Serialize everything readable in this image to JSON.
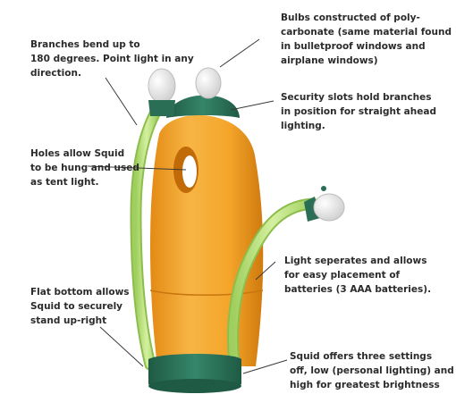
{
  "colors": {
    "body": "#f4a52a",
    "body_shade": "#d98412",
    "cap": "#2a6e55",
    "arm": "#b6e07a",
    "bulb": "#f2f2f2"
  },
  "annotations": {
    "branches": [
      "Branches bend up to",
      "180 degrees. Point light in any",
      "direction."
    ],
    "bulbs": [
      "Bulbs constructed of poly-",
      "carbonate (same material found",
      "in bulletproof windows and",
      "airplane windows)"
    ],
    "slots": [
      "Security slots hold branches",
      "in position for straight ahead",
      "lighting."
    ],
    "holes": [
      "Holes allow Squid",
      "to be hung and used",
      "as tent light."
    ],
    "separates": [
      "Light seperates and allows",
      "for easy placement of",
      "batteries (3 AAA batteries)."
    ],
    "bottom": [
      "Flat bottom allows",
      "Squid to securely",
      "stand up-right"
    ],
    "settings": [
      "Squid offers three settings",
      "off, low (personal lighting) and",
      "high for greatest brightness"
    ]
  }
}
